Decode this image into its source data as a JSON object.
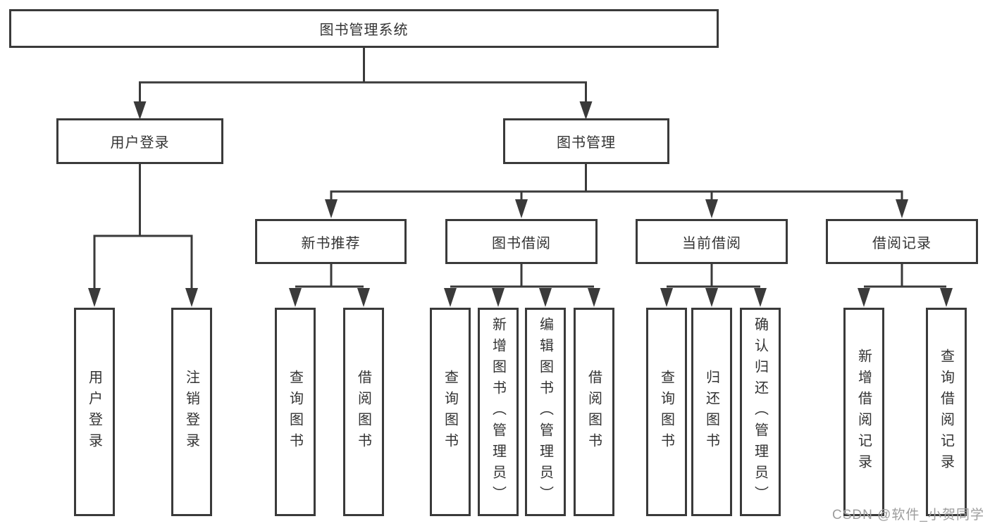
{
  "diagram": {
    "root": {
      "id": "library-management-system",
      "label": "图书管理系统"
    },
    "level2": [
      {
        "id": "user-login",
        "label": "用户登录",
        "parent": "library-management-system"
      },
      {
        "id": "book-management",
        "label": "图书管理",
        "parent": "library-management-system"
      }
    ],
    "level3": [
      {
        "id": "new-book-recommendation",
        "label": "新书推荐",
        "parent": "book-management"
      },
      {
        "id": "book-borrowing",
        "label": "图书借阅",
        "parent": "book-management"
      },
      {
        "id": "current-borrowing",
        "label": "当前借阅",
        "parent": "book-management"
      },
      {
        "id": "borrowing-records",
        "label": "借阅记录",
        "parent": "book-management"
      }
    ],
    "leaves": [
      {
        "id": "leaf-user-login",
        "label": "用户登录",
        "parent": "user-login"
      },
      {
        "id": "leaf-logout",
        "label": "注销登录",
        "parent": "user-login"
      },
      {
        "id": "leaf-query-books-recommend",
        "label": "查询图书",
        "parent": "new-book-recommendation"
      },
      {
        "id": "leaf-borrow-books-recommend",
        "label": "借阅图书",
        "parent": "new-book-recommendation"
      },
      {
        "id": "leaf-query-books-borrow",
        "label": "查询图书",
        "parent": "book-borrowing"
      },
      {
        "id": "leaf-add-books-admin",
        "label": "新增图书（管理员）",
        "parent": "book-borrowing"
      },
      {
        "id": "leaf-edit-books-admin",
        "label": "编辑图书（管理员）",
        "parent": "book-borrowing"
      },
      {
        "id": "leaf-borrow-books",
        "label": "借阅图书",
        "parent": "book-borrowing"
      },
      {
        "id": "leaf-query-books-current",
        "label": "查询图书",
        "parent": "current-borrowing"
      },
      {
        "id": "leaf-return-books",
        "label": "归还图书",
        "parent": "current-borrowing"
      },
      {
        "id": "leaf-confirm-return-admin",
        "label": "确认归还（管理员）",
        "parent": "current-borrowing"
      },
      {
        "id": "leaf-add-borrowing-record",
        "label": "新增借阅记录",
        "parent": "borrowing-records"
      },
      {
        "id": "leaf-query-borrowing-record",
        "label": "查询借阅记录",
        "parent": "borrowing-records"
      }
    ]
  },
  "watermark": {
    "text": "CSDN @软件_小贺同学"
  },
  "colors": {
    "line": "#3a3a3a",
    "box_border": "#3a3a3a",
    "box_background": "#ffffff",
    "text": "#333333",
    "watermark": "#9d9d9d",
    "page_background": "#ffffff"
  }
}
